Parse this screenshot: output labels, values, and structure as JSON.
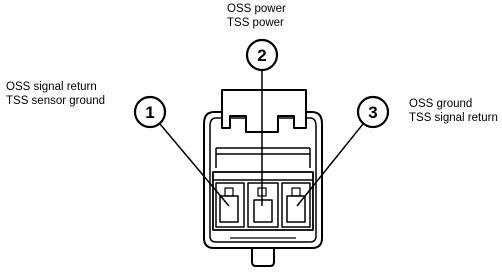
{
  "pins": [
    {
      "number": "1",
      "lines": [
        "OSS signal return",
        "TSS sensor ground"
      ]
    },
    {
      "number": "2",
      "lines": [
        "OSS power",
        "TSS power"
      ]
    },
    {
      "number": "3",
      "lines": [
        "OSS ground",
        "TSS signal return"
      ]
    }
  ],
  "colors": {
    "stroke": "#000000",
    "background": "#ffffff"
  }
}
